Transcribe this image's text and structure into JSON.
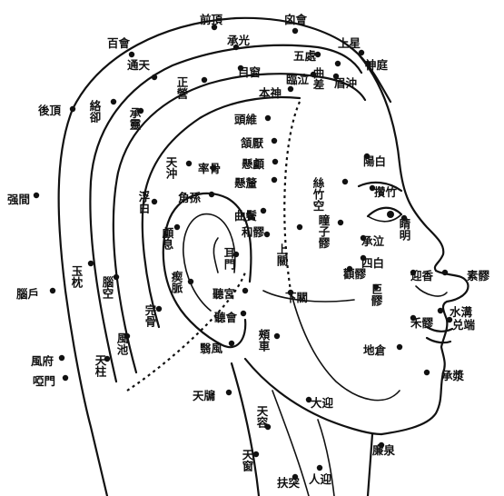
{
  "points": [
    {
      "id": "qianding",
      "label": "前頂"
    },
    {
      "id": "xinhui",
      "label": "囟會"
    },
    {
      "id": "baihui",
      "label": "百會"
    },
    {
      "id": "chengguang",
      "label": "承光"
    },
    {
      "id": "shangxing",
      "label": "上星"
    },
    {
      "id": "tongtian",
      "label": "通天"
    },
    {
      "id": "wuchu",
      "label": "五處"
    },
    {
      "id": "quchai",
      "label": "曲差"
    },
    {
      "id": "shenting",
      "label": "神庭"
    },
    {
      "id": "muchuang",
      "label": "目窗"
    },
    {
      "id": "linqi",
      "label": "臨泣"
    },
    {
      "id": "meichong",
      "label": "眉沖"
    },
    {
      "id": "houding",
      "label": "後頂"
    },
    {
      "id": "luoque",
      "label": "絡卻"
    },
    {
      "id": "chengling",
      "label": "承靈"
    },
    {
      "id": "zhengying",
      "label": "正營"
    },
    {
      "id": "benshen",
      "label": "本神"
    },
    {
      "id": "touwei",
      "label": "頭維"
    },
    {
      "id": "hanyan",
      "label": "頷厭"
    },
    {
      "id": "xuanlu",
      "label": "懸顱"
    },
    {
      "id": "xuanli",
      "label": "懸釐"
    },
    {
      "id": "yangbai",
      "label": "陽白"
    },
    {
      "id": "qiangjian",
      "label": "强間"
    },
    {
      "id": "tianchong",
      "label": "天沖"
    },
    {
      "id": "shuaigu",
      "label": "率骨"
    },
    {
      "id": "jiaosun",
      "label": "角孫"
    },
    {
      "id": "fubai",
      "label": "浮白"
    },
    {
      "id": "sizhukong",
      "label": "絲竹空"
    },
    {
      "id": "zanzhu",
      "label": "攢竹"
    },
    {
      "id": "qubin",
      "label": "曲鬢"
    },
    {
      "id": "heliao",
      "label": "和髎"
    },
    {
      "id": "tongziliao",
      "label": "瞳子髎"
    },
    {
      "id": "jingming",
      "label": "睛明"
    },
    {
      "id": "naohu",
      "label": "腦戶"
    },
    {
      "id": "yuzhen",
      "label": "玉枕"
    },
    {
      "id": "naokong",
      "label": "腦空"
    },
    {
      "id": "luxi",
      "label": "顱息"
    },
    {
      "id": "qimai",
      "label": "瘈脈"
    },
    {
      "id": "ermen",
      "label": "耳門"
    },
    {
      "id": "shangguan",
      "label": "上關"
    },
    {
      "id": "chengqi",
      "label": "承泣"
    },
    {
      "id": "sibai",
      "label": "四白"
    },
    {
      "id": "yingxiang",
      "label": "迎香"
    },
    {
      "id": "suliao",
      "label": "素髎"
    },
    {
      "id": "juliao",
      "label": "巨髎"
    },
    {
      "id": "quanliao",
      "label": "顴髎"
    },
    {
      "id": "tinggong",
      "label": "聽宮"
    },
    {
      "id": "xiaguan",
      "label": "下關"
    },
    {
      "id": "shuigou",
      "label": "水溝"
    },
    {
      "id": "tinghui",
      "label": "聽會"
    },
    {
      "id": "wangu",
      "label": "完骨"
    },
    {
      "id": "helia2",
      "label": "禾髎"
    },
    {
      "id": "duiduan",
      "label": "兑端"
    },
    {
      "id": "fengfu",
      "label": "風府"
    },
    {
      "id": "fengchi",
      "label": "風池"
    },
    {
      "id": "yifeng",
      "label": "翳風"
    },
    {
      "id": "dicang",
      "label": "地倉"
    },
    {
      "id": "tianzhu",
      "label": "天柱"
    },
    {
      "id": "yamen",
      "label": "啞門"
    },
    {
      "id": "jiache",
      "label": "頰車"
    },
    {
      "id": "chengjiang",
      "label": "承漿"
    },
    {
      "id": "tianyou",
      "label": "天牖"
    },
    {
      "id": "daying",
      "label": "大迎"
    },
    {
      "id": "tianrong",
      "label": "天容"
    },
    {
      "id": "lianquan",
      "label": "廉泉"
    },
    {
      "id": "tianchuang",
      "label": "天窗"
    },
    {
      "id": "futu",
      "label": "扶突"
    },
    {
      "id": "renying",
      "label": "人迎"
    }
  ]
}
